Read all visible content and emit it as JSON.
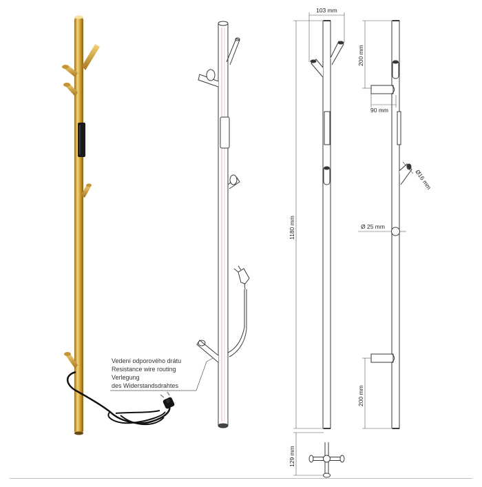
{
  "colors": {
    "gold_light": "#f3d47a",
    "gold_mid": "#d9a93c",
    "gold_dark": "#9a6a16",
    "outline": "#3a3a3a",
    "wire_red": "#d9534f",
    "dim_line": "#555555"
  },
  "annotation": {
    "line1": "Vedení odporového drátu",
    "line2": "Resistance wire routing",
    "line3": "Verlegung",
    "line4": "des Widerstandsdrahtes"
  },
  "dimensions": {
    "front_width": "103 mm",
    "total_height": "1180 mm",
    "top_spacing": "200 mm",
    "arm_length": "90 mm",
    "arm_diameter": "Ø16 mm",
    "bar_diameter": "Ø 25 mm",
    "bottom_spacing": "200 mm",
    "base_depth": "129 mm"
  }
}
